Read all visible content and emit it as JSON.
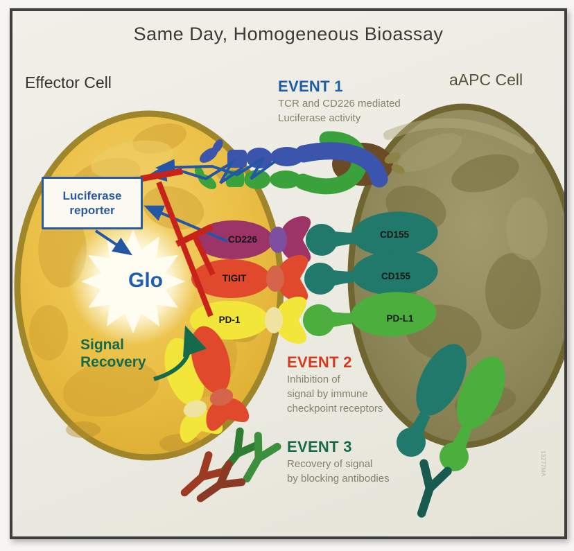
{
  "title": "Same Day, Homogeneous Bioassay",
  "cells": {
    "effector_label": "Effector Cell",
    "aapc_label": "aAPC Cell"
  },
  "events": {
    "event1": {
      "heading": "EVENT 1",
      "line1": "TCR and CD226 mediated",
      "line2": "Luciferase activity"
    },
    "event2": {
      "heading": "EVENT 2",
      "line1": "Inhibition of",
      "line2": "signal by immune",
      "line3": "checkpoint receptors"
    },
    "event3": {
      "heading": "EVENT 3",
      "line1": "Recovery of signal",
      "line2": "by blocking antibodies"
    }
  },
  "effector": {
    "reporter_line1": "Luciferase",
    "reporter_line2": "reporter",
    "glo": "Glo",
    "signal_line1": "Signal",
    "signal_line2": "Recovery"
  },
  "receptor_labels": {
    "cd226": "CD226",
    "tigit": "TIGIT",
    "pd1": "PD-1",
    "cd155_top": "CD155",
    "cd155_mid": "CD155",
    "pdl1": "PD-L1"
  },
  "footnote": "13277MA",
  "colors": {
    "event1_blue": "#1d5ca8",
    "event2_red": "#d53a1e",
    "event3_green": "#17694a",
    "effector_cell_fill": "#e9bc42",
    "effector_cell_border": "#a0862b",
    "aapc_cell_fill": "#8d8758",
    "aapc_cell_border": "#6e6530",
    "cd226_purple": "#9c3467",
    "tigit_red": "#e0492b",
    "pd1_yellow": "#f2e63a",
    "cd155_teal": "#20796a",
    "pdl1_green": "#4bae3d",
    "tcr_blue": "#3b55ad",
    "tcr_green": "#3aa23a",
    "antigen_brown": "#6b4a26",
    "inhibition_red": "#c8231a",
    "signal_arrow_blue": "#2456a6"
  }
}
